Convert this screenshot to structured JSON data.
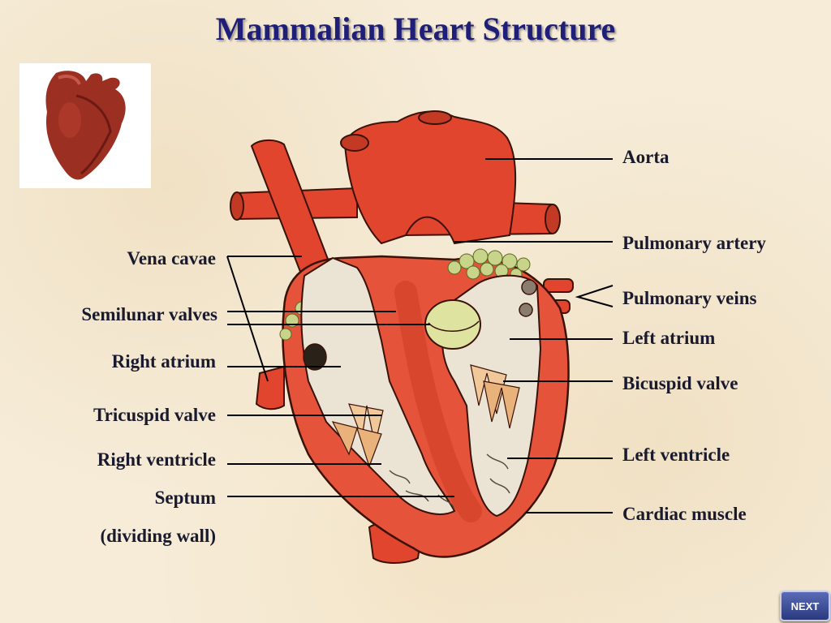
{
  "title": "Mammalian Heart Structure",
  "labels": {
    "left": {
      "vena_cavae": "Vena cavae",
      "semilunar_valves": "Semilunar valves",
      "right_atrium": "Right atrium",
      "tricuspid_valve": "Tricuspid valve",
      "right_ventricle": "Right ventricle",
      "septum": "Septum",
      "septum_note": "(dividing wall)"
    },
    "right": {
      "aorta": "Aorta",
      "pulmonary_artery": "Pulmonary artery",
      "pulmonary_veins": "Pulmonary veins",
      "left_atrium": "Left atrium",
      "bicuspid_valve": "Bicuspid valve",
      "left_ventricle": "Left ventricle",
      "cardiac_muscle": "Cardiac muscle"
    }
  },
  "nav": {
    "next_label": "NEXT"
  },
  "colors": {
    "title": "#1f1f7a",
    "muscle": "#e5533a",
    "vessel": "#e2452e",
    "chamber": "#ebe3d3",
    "valve": "#dfe3a0",
    "fat": "#c8d48a"
  }
}
